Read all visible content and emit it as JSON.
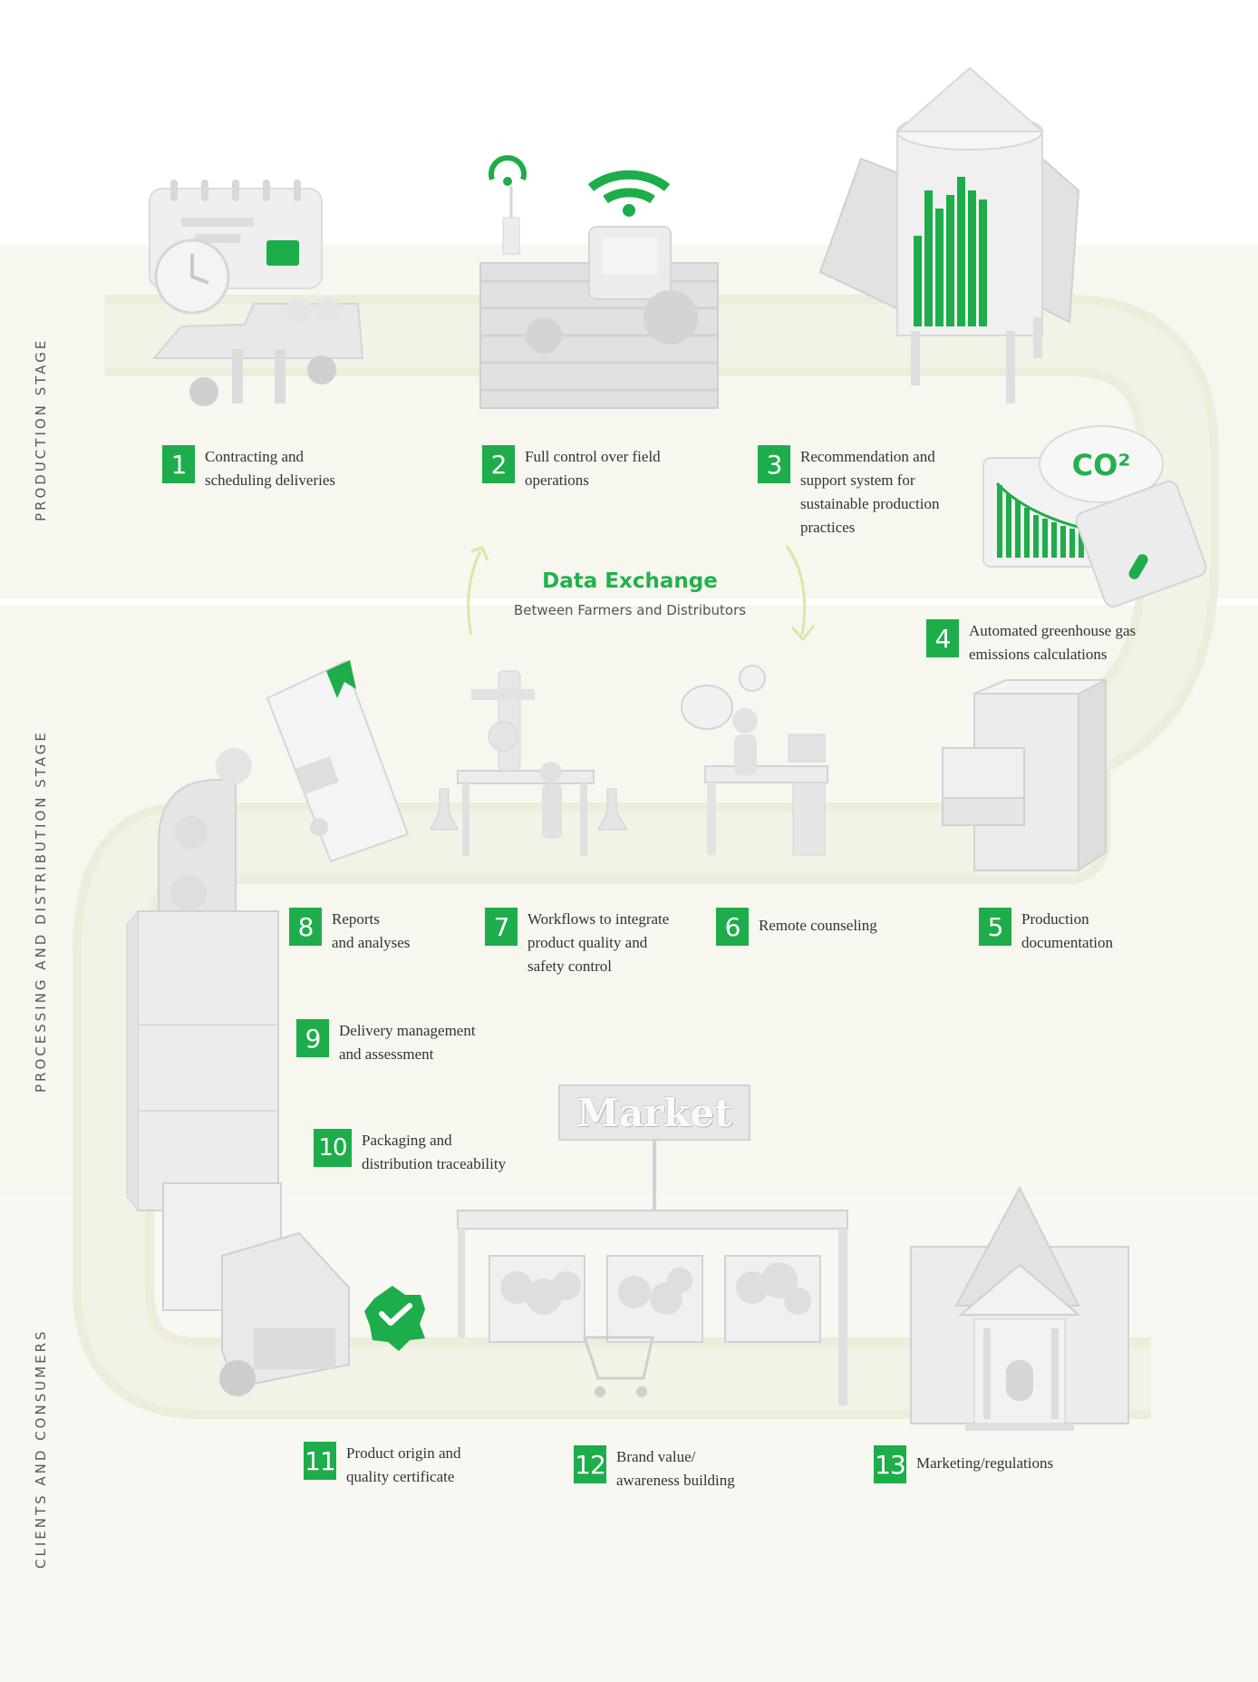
{
  "stages": {
    "production": "PRODUCTION STAGE",
    "processing": "PROCESSING AND DISTRIBUTION STAGE",
    "clients": "CLIENTS AND CONSUMERS"
  },
  "data_exchange": {
    "title": "Data Exchange",
    "subtitle": "Between Farmers and Distributors"
  },
  "steps": [
    {
      "number": "1",
      "label": "Contracting and\nscheduling deliveries"
    },
    {
      "number": "2",
      "label": "Full control over field\noperations"
    },
    {
      "number": "3",
      "label": "Recommendation and\nsupport system for\nsustainable production\npractices"
    },
    {
      "number": "4",
      "label": "Automated greenhouse gas\nemissions calculations"
    },
    {
      "number": "5",
      "label": "Production\ndocumentation"
    },
    {
      "number": "6",
      "label": "Remote counseling"
    },
    {
      "number": "7",
      "label": "Workflows to integrate\nproduct quality and\nsafety control"
    },
    {
      "number": "8",
      "label": "Reports\nand analyses"
    },
    {
      "number": "9",
      "label": "Delivery management\nand assessment"
    },
    {
      "number": "10",
      "label": "Packaging and\ndistribution traceability"
    },
    {
      "number": "11",
      "label": "Product origin and\nquality certificate"
    },
    {
      "number": "12",
      "label": "Brand value/\nawareness building"
    },
    {
      "number": "13",
      "label": "Marketing/regulations"
    }
  ],
  "market_sign": "Market",
  "co2_label": "CO²",
  "colors": {
    "accent": "#1dad4a",
    "band": "#f7f6ef",
    "illustration": "#e4e4e4"
  }
}
